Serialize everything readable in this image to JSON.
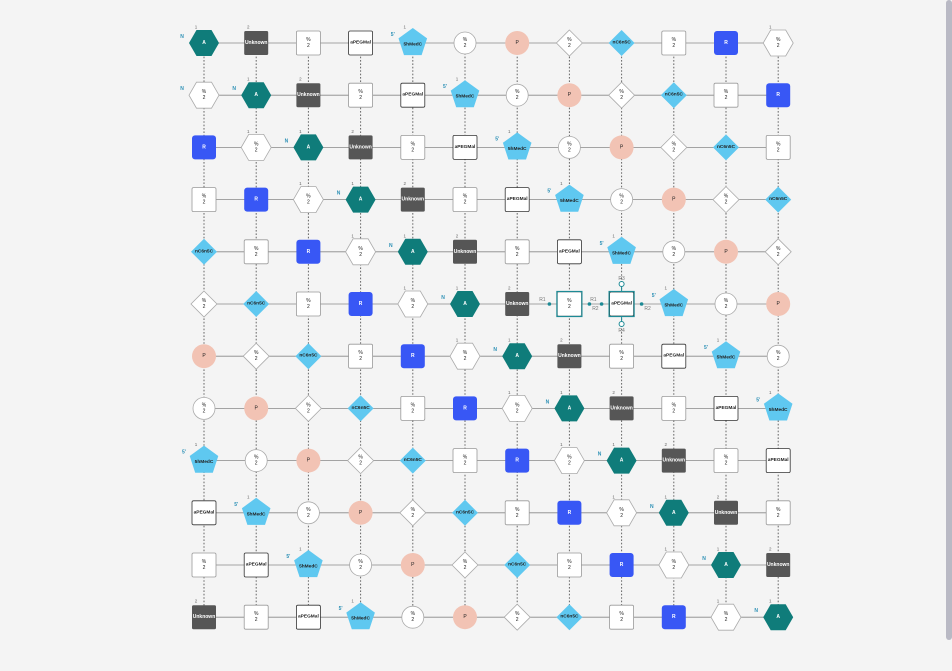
{
  "sequence": [
    "hexgreen",
    "sqdark",
    "sqwhite",
    "sqpeg",
    "pentblue",
    "circwhite",
    "circpink",
    "dmdwhite",
    "dmdblue",
    "sqwhite",
    "sqblue",
    "hexwhite"
  ],
  "sequence_labels": [
    "A",
    "Unknown",
    "% 2",
    "aPEGMal",
    "5hMedC",
    "% 2",
    "P",
    "% 2",
    "nC6n5C",
    "% 2",
    "R",
    "% 2"
  ],
  "bond_numbers": {
    "A": "1",
    "Unknown": "2",
    "after_R": "1",
    "before_5hMedC": "1"
  },
  "terminal_labels": {
    "n_terminus": "N",
    "five_prime": "5'"
  },
  "selection": {
    "r1": "R1",
    "r2": "R2",
    "r3": "R3",
    "r4": "R4",
    "rlabel_left": "R1",
    "rlabel_left_lower": "R2",
    "rlabel_right": "R2"
  },
  "colors": {
    "green": "#0f7c7a",
    "dark": "#565656",
    "blue": "#3857f5",
    "cyan": "#5fc8f0",
    "pink": "#f2c3b4",
    "line": "#888888",
    "select": "#1d8a95",
    "label": "#2a8fb5"
  }
}
